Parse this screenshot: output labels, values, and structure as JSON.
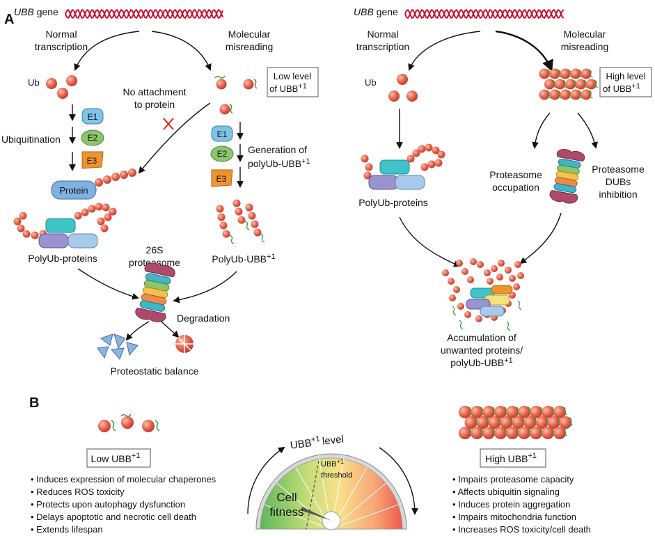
{
  "panel_a": {
    "letter": "A",
    "left": {
      "gene_italic": "UBB",
      "gene_suffix": "gene",
      "normal_line1": "Normal",
      "normal_line2": "transcription",
      "misreading_line1": "Molecular",
      "misreading_line2": "misreading",
      "ub_label": "Ub",
      "low_level_line1": "Low level",
      "low_level_line2": "of UBB",
      "no_attach_line1": "No attachment",
      "no_attach_line2": "to protein",
      "ubiquitination": "Ubiquitination",
      "e1": "E1",
      "e2": "E2",
      "e3": "E3",
      "protein": "Protein",
      "generation_line1": "Generation of",
      "generation_line2": "polyUb-UBB",
      "polyub_proteins": "PolyUb-proteins",
      "proteasome_line1": "26S",
      "proteasome_line2": "proteasome",
      "polyub_ubb": "PolyUb-UBB",
      "degradation": "Degradation",
      "balance": "Proteostatic balance"
    },
    "right": {
      "gene_italic": "UBB",
      "gene_suffix": "gene",
      "normal_line1": "Normal",
      "normal_line2": "transcription",
      "misreading_line1": "Molecular",
      "misreading_line2": "misreading",
      "ub_label": "Ub",
      "high_level_line1": "High level",
      "high_level_line2": "of UBB",
      "polyub_proteins": "PolyUb-proteins",
      "occupation_line1": "Proteasome",
      "occupation_line2": "occupation",
      "dubs_line1": "Proteasome",
      "dubs_line2": "DUBs",
      "dubs_line3": "inhibition",
      "accum_line1": "Accumulation of",
      "accum_line2": "unwanted proteins/",
      "accum_line3": "polyUb-UBB"
    },
    "superscript": "+1"
  },
  "panel_b": {
    "letter": "B",
    "low_label": "Low UBB",
    "high_label": "High UBB",
    "superscript": "+1",
    "gauge_title": "UBB",
    "gauge_title_suffix": "level",
    "threshold_line1": "UBB",
    "threshold_line2": "threshold",
    "cell_line1": "Cell",
    "cell_line2": "fitness",
    "low_effects": [
      "• Induces expression of molecular chaperones",
      "• Reduces ROS toxicity",
      "• Protects upon autophagy dysfunction",
      "• Delays apoptotic and necrotic cell death",
      "• Extends lifespan"
    ],
    "high_effects": [
      "• Impairs proteasome capacity",
      "• Affects ubiquitin signaling",
      "• Induces protein aggregation",
      "• Impairs mitochondria function",
      "• Increases ROS toxicity/cell death"
    ]
  },
  "colors": {
    "dna": "#c8102e",
    "ubiquitin": "#e8644e",
    "ubb_tail": "#2ca02c",
    "e1": "#7fc4e8",
    "e2": "#8cc56b",
    "e3": "#f0922e",
    "protein": "#7fb2e0",
    "gauge_green": "#6abf5e",
    "gauge_red": "#ef6b5a"
  }
}
